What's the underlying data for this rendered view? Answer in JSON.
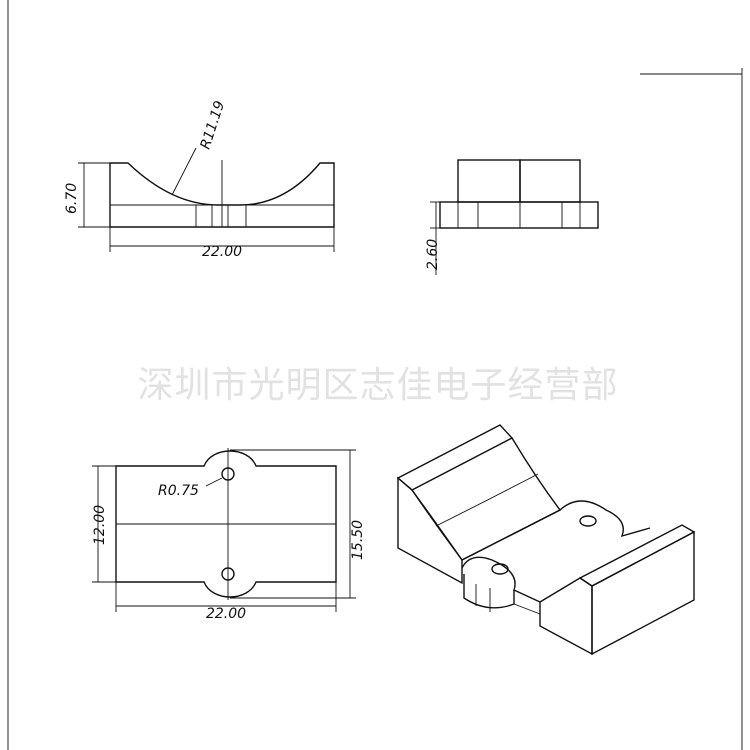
{
  "watermark": "深圳市光明区志佳电子经营部",
  "front_view": {
    "height_dim": "6.70",
    "radius_dim": "R11.19",
    "width_dim": "22.00"
  },
  "side_view": {
    "height_dim": "2.60"
  },
  "top_view": {
    "hole_dim": "R0.75",
    "width_dim": "22.00",
    "height_dim": "12.00",
    "overall_dim": "15.50"
  }
}
